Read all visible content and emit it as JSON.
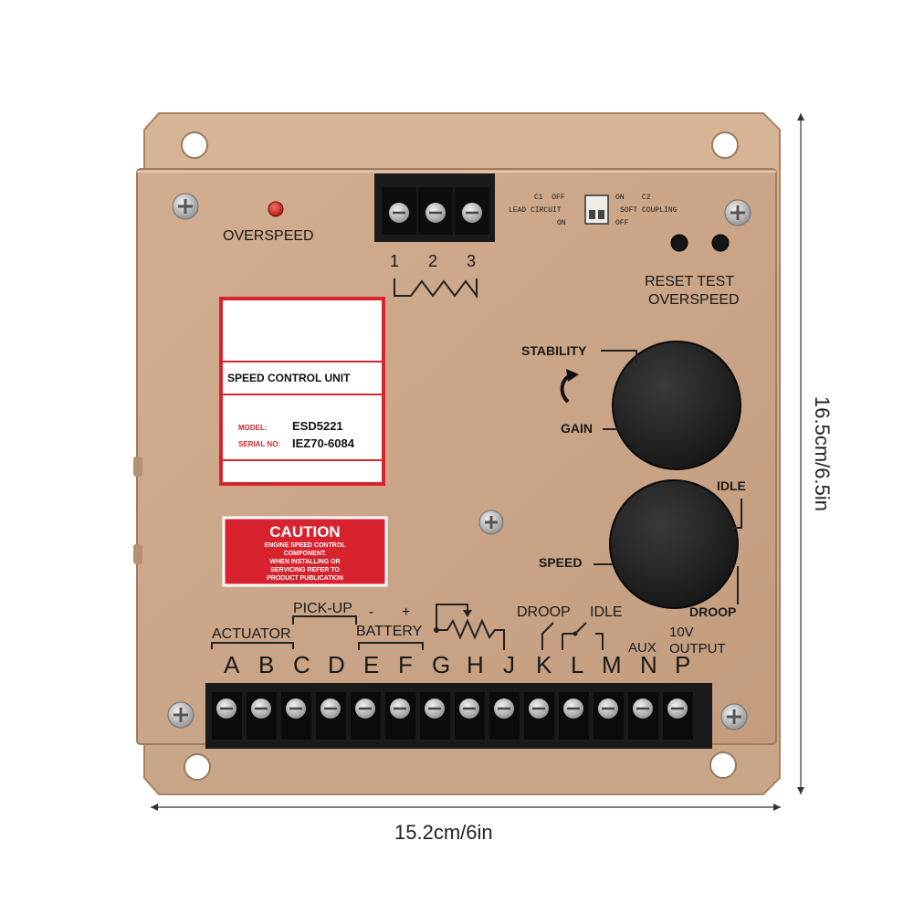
{
  "unit": {
    "overspeed_led_label": "OVERSPEED",
    "top_terminal_numbers": [
      "1",
      "2",
      "3"
    ],
    "dip_switch": {
      "c1": "C1",
      "off_left": "OFF",
      "lead_circuit": "LEAD CIRCUIT",
      "on_left": "ON",
      "on_right": "ON",
      "c2": "C2",
      "soft_coupling": "SOFT COUPLING",
      "off_right": "OFF"
    },
    "reset_test": "RESET TEST",
    "overspeed_button_label": "OVERSPEED",
    "stability": "STABILITY",
    "gain": "GAIN",
    "idle_knob": "IDLE",
    "speed": "SPEED",
    "droop_knob": "DROOP",
    "label_sticker": {
      "title": "SPEED CONTROL UNIT",
      "model_label": "MODEL:",
      "model_value": "ESD5221",
      "serial_label": "SERIAL NO:",
      "serial_value": "IEZ70-6084"
    },
    "caution": {
      "title": "CAUTION",
      "line1": "ENGINE SPEED CONTROL",
      "line2": "COMPONENT.",
      "line3": "WHEN INSTALLING OR",
      "line4": "SERVICING REFER TO",
      "line5": "PRODUCT PUBLICATION"
    },
    "group_labels": {
      "actuator": "ACTUATOR",
      "pickup": "PICK-UP",
      "battery": "BATTERY",
      "minus": "-",
      "plus": "+",
      "droop": "DROOP",
      "idle": "IDLE",
      "aux": "AUX",
      "output_10v": "10V",
      "output": "OUTPUT"
    },
    "terminal_letters": [
      "A",
      "B",
      "C",
      "D",
      "E",
      "F",
      "G",
      "H",
      "J",
      "K",
      "L",
      "M",
      "N",
      "P"
    ]
  },
  "dimensions": {
    "width": "15.2cm/6in",
    "height": "16.5cm/6.5in"
  },
  "colors": {
    "panel": "#c9a385",
    "caution_red": "#d8232f",
    "led_red": "#d4241c"
  }
}
